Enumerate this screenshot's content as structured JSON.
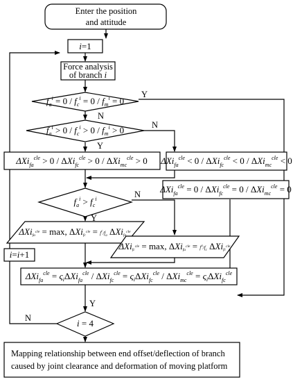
{
  "nodes": {
    "start": "Enter the position and attitude",
    "start_l1": "Enter the position",
    "start_l2": "and attitude",
    "init": "i=1",
    "force_l1": "Force analysis",
    "force_l2": "of branch i",
    "cond1": "f_a^i = 0 / f_c^i = 0 / f_m^i = 0",
    "cond2": "f_a^i > 0 / f_c^i > 0 / f_m^i > 0",
    "pos": "ΔXi_fa^cle > 0 / ΔXi_fc^cle > 0 / ΔXi_mc^cle > 0",
    "neg": "ΔXi_fa^cle < 0 / ΔXi_fc^cle < 0 / ΔXi_mc^cle < 0",
    "zero": "ΔXi_fa^cle = 0 / ΔXi_fc^cle = 0 / ΔXi_mc^cle = 0",
    "cond3": "f_a^i > f_c^i",
    "para_left": "ΔXi_fa^cle = max, ΔXi_fc^cle = (f_c^i / f_a^i) ΔXi_fa^cle",
    "para_right": "ΔXi_fc^cle = max, ΔXi_fa^cle = (f_a^i / f_c^i) ΔXi_fc^cle",
    "scale": "ΔXi_fa^cle = ς_i ΔXi_fa^cle / ΔXi_fc^cle = ς_i ΔXi_fc^cle / ΔXi_mc^cle = ς_i ΔXi_fc^cle",
    "increment": "i=i+1",
    "cond4": "i = 4",
    "end_l1": "Mapping relationship between end offset/deflection of branch",
    "end_l2": "caused by joint clearance and deformation of moving platform"
  },
  "labels": {
    "yes": "Y",
    "no": "N"
  }
}
